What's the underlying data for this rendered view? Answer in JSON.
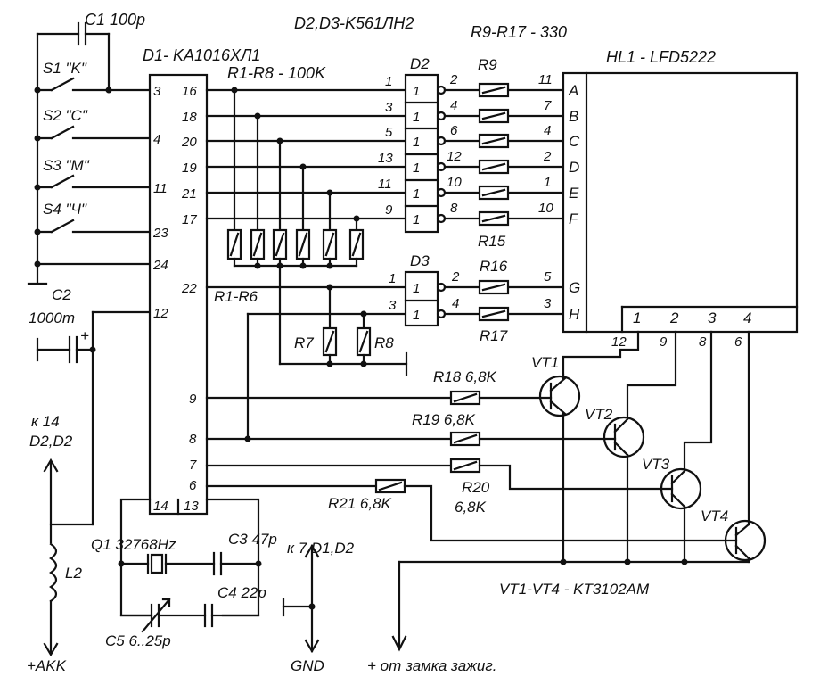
{
  "labels": {
    "c1": "C1 100p",
    "d2d3": "D2,D3-K561ЛН2",
    "r9r17": "R9-R17 - 330",
    "d1": "D1- KA1016XЛ1",
    "r1r8": "R1-R8 - 100K",
    "hl1": "HL1 - LFD5222",
    "s1": "S1 \"K\"",
    "s2": "S2 \"C\"",
    "s3": "S3 \"M\"",
    "s4": "S4 \"Ч\"",
    "d2": "D2",
    "d3": "D3",
    "r9": "R9",
    "r15": "R15",
    "r16": "R16",
    "r17": "R17",
    "c2": "C2",
    "c2val": "1000m",
    "r1r6": "R1-R6",
    "r7": "R7",
    "r8": "R8",
    "r18": "R18 6,8K",
    "r19": "R19 6,8K",
    "r20": "R20",
    "r20val": "6,8K",
    "r21": "R21 6,8K",
    "vt1": "VT1",
    "vt2": "VT2",
    "vt3": "VT3",
    "vt4": "VT4",
    "vtall": "VT1-VT4 - KT3102AM",
    "k14": "к 14",
    "k14b": "D2,D2",
    "k7": "к 7 D1,D2",
    "q1": "Q1 32768Hz",
    "c3": "C3 47p",
    "c4": "C4 22p",
    "c5": "C5 6..25p",
    "l2": "L2",
    "akk": "+AKK",
    "gnd": "GND",
    "ign": "+ от замка зажиг.",
    "plus": "+"
  },
  "pins": {
    "d1_left": [
      "3",
      "4",
      "11",
      "23",
      "24",
      "12"
    ],
    "d1_right": [
      "16",
      "18",
      "20",
      "19",
      "21",
      "17",
      "22",
      "9",
      "8",
      "7",
      "6"
    ],
    "d1_bottom": [
      "14",
      "13"
    ],
    "d2_in": [
      "1",
      "3",
      "5",
      "13",
      "11",
      "9"
    ],
    "d2_out": [
      "2",
      "4",
      "6",
      "12",
      "10",
      "8"
    ],
    "d3_in": [
      "1",
      "3"
    ],
    "d3_out": [
      "2",
      "4"
    ],
    "gate_inner": "1",
    "hl_pins_left": [
      "11",
      "7",
      "4",
      "2",
      "1",
      "10",
      "5",
      "3"
    ],
    "hl_segments": [
      "A",
      "B",
      "C",
      "D",
      "E",
      "F",
      "G",
      "H"
    ],
    "hl_digits": [
      "1",
      "2",
      "3",
      "4"
    ],
    "hl_digit_pins": [
      "12",
      "9",
      "8",
      "6"
    ]
  }
}
